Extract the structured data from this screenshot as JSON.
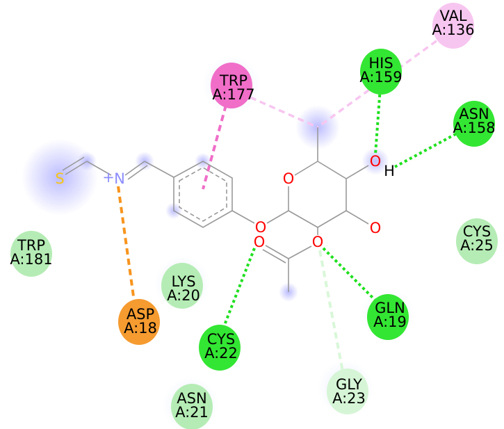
{
  "residues": [
    {
      "name": "VAL",
      "id": "A:136",
      "type": "pi-alkyl",
      "color": "#f7c6f0"
    },
    {
      "name": "HIS",
      "id": "A:159",
      "type": "hbond",
      "color": "#33e633"
    },
    {
      "name": "TRP",
      "id": "A:177",
      "type": "pi-pi",
      "color": "#f06ec8"
    },
    {
      "name": "ASN",
      "id": "A:158",
      "type": "hbond",
      "color": "#33e633"
    },
    {
      "name": "CYS",
      "id": "A:25",
      "type": "vdw",
      "color": "#b5ecb5"
    },
    {
      "name": "TRP",
      "id": "A:181",
      "type": "vdw",
      "color": "#b5ecb5"
    },
    {
      "name": "LYS",
      "id": "A:20",
      "type": "vdw",
      "color": "#b5ecb5"
    },
    {
      "name": "ASP",
      "id": "A:18",
      "type": "attractive-charge",
      "color": "#f59b30"
    },
    {
      "name": "CYS",
      "id": "A:22",
      "type": "hbond",
      "color": "#33e633"
    },
    {
      "name": "GLN",
      "id": "A:19",
      "type": "hbond",
      "color": "#33e633"
    },
    {
      "name": "GLY",
      "id": "A:23",
      "type": "carbon-hbond",
      "color": "#d6f5d6"
    },
    {
      "name": "ASN",
      "id": "A:21",
      "type": "vdw",
      "color": "#b5ecb5"
    }
  ],
  "atoms": {
    "sulfur": "S",
    "nitrogen": "N",
    "charge": "+",
    "oxygen": "O",
    "hydrogen": "H"
  },
  "colors": {
    "hbond": "#1fe01f",
    "pi_pi": "#f06ec8",
    "pi_alkyl": "#f7c6f0",
    "charge": "#f7941d",
    "carbon_hbond": "#d9f7d9",
    "oxygen": "#ff0000",
    "nitrogen": "#8c8cff",
    "sulfur": "#f5c518"
  }
}
